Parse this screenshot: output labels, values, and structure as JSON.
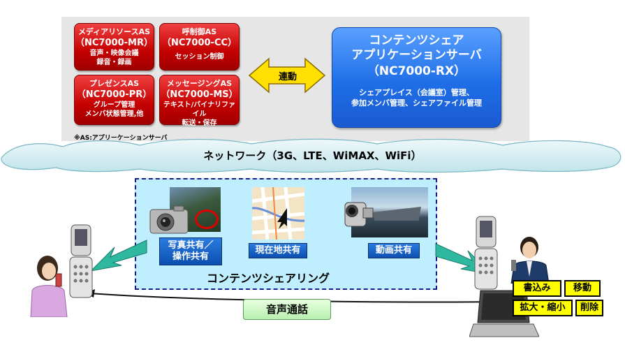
{
  "server": {
    "as_boxes": [
      {
        "line1": "メディアリソースAS",
        "line2": "（NC7000-MR）",
        "line3": "音声・映像会議",
        "line4": "録音・録画"
      },
      {
        "line1": "呼制御AS",
        "line2": "（NC7000-CC）",
        "line3": "セッション制御"
      },
      {
        "line1": "プレゼンスAS",
        "line2": "（NC7000-PR）",
        "line3": "グループ管理",
        "line4": "メンバ状態管理,他"
      },
      {
        "line1": "メッセージングAS",
        "line2": "（NC7000-MS）",
        "line3": "テキスト/バイナリファイル",
        "line4": "転送・保存"
      }
    ],
    "link_label": "連動",
    "app_server": {
      "title1": "コンテンツシェア",
      "title2": "アプリケーションサーバ",
      "title3": "（NC7000-RX）",
      "desc1": "シェアプレイス（会議室）管理、",
      "desc2": "参加メンバ管理、シェアファイル管理"
    },
    "footnote": "※AS:アプリーケーションサーバ"
  },
  "network_label": "ネットワーク（3G、LTE、WiMAX、WiFi）",
  "sharing": {
    "title": "コンテンツシェアリング",
    "photo_line1": "写真共有／",
    "photo_line2": "操作共有",
    "location": "現在地共有",
    "video": "動画共有"
  },
  "voice_call": "音声通話",
  "actions": [
    "書込み",
    "移動",
    "拡大・縮小",
    "削除"
  ],
  "colors": {
    "red_box": "#c40000",
    "blue_box": "#1f6fe8",
    "share_bg": "#bfefff",
    "yellow_arrow": "#ffe000",
    "teal_arrow": "#2fb8a0"
  }
}
